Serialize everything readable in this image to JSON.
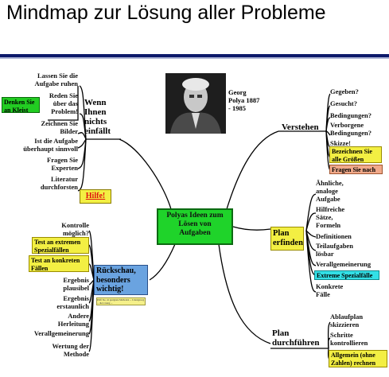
{
  "title": "Mindmap zur Lösung aller Probleme",
  "center": [
    "Polyas Ideen zum",
    "Lösen von",
    "Aufgaben"
  ],
  "portrait_caption": [
    "Georg",
    "Polya 1887",
    "- 1985"
  ],
  "branches": {
    "wenn": {
      "label": [
        "Wenn",
        "Ihnen",
        "nichts",
        "einfällt"
      ]
    },
    "verstehen": {
      "label": "Verstehen"
    },
    "plan": {
      "label": [
        "Plan",
        "erfinden"
      ]
    },
    "rueckschau": {
      "label": [
        "Rückschau,",
        "besonders",
        "wichtig!"
      ]
    },
    "durchfuehren": {
      "label": [
        "Plan",
        "durchführen"
      ]
    }
  },
  "wenn_items": [
    [
      "Lassen Sie die",
      "Aufgabe ruhen"
    ],
    [
      "Reden Sie",
      "über das",
      "Problem!"
    ],
    [
      "Denken Sie",
      "an Kleist"
    ],
    [
      "Zeichnen Sie",
      "Bilder"
    ],
    [
      "Ist die Aufgabe",
      "überhaupt sinnvoll"
    ],
    [
      "Fragen Sie",
      "Experten"
    ],
    [
      "Literatur",
      "durchforsten"
    ]
  ],
  "hilfe": "Hilfe!",
  "verstehen_items": [
    [
      "Gegeben?"
    ],
    [
      "Gesucht?"
    ],
    [
      "Bedingungen?"
    ],
    [
      "Verborgene",
      "Bedingungen?"
    ],
    [
      "Skizze!"
    ],
    [
      "Bezeichnen Sie",
      "alle Größen"
    ],
    [
      "Fragen Sie nach"
    ]
  ],
  "plan_items": [
    [
      "Ähnliche,",
      "analoge",
      "Aufgabe"
    ],
    [
      "Hilfreiche",
      "Sätze,",
      "Formeln"
    ],
    [
      "Definitionen"
    ],
    [
      "Teilaufgaben",
      "lösbar"
    ],
    [
      "Verallgemeinerung"
    ],
    [
      "Extreme Spezialfälle"
    ],
    [
      "Konkrete",
      "Fälle"
    ]
  ],
  "rueck_items": [
    [
      "Kontrolle",
      "möglich?"
    ],
    [
      "Test an extremen",
      "Spezialfällen"
    ],
    [
      "Test an konkreten",
      "Fällen"
    ],
    [
      "Ergebnis",
      "plausibel"
    ],
    [
      "Ergebnis",
      "erstaunlich"
    ],
    [
      "Andere",
      "Herleitung"
    ],
    [
      "Verallgemeinerung"
    ],
    [
      "Wertung der",
      "Methode"
    ]
  ],
  "durch_items": [
    [
      "Ablaufplan",
      "skizzieren"
    ],
    [
      "Schritte",
      "kontrollieren"
    ],
    [
      "Allgemein (ohne",
      "Zahlen) rechnen"
    ]
  ],
  "note": "Prüft Sie, ob geeignete Methoden ... Lösungsweg ... die Lösung ...",
  "colors": {
    "center_fill": "#1fd32a",
    "yellow_box": "#f3ef43",
    "green_box": "#22cc22",
    "cyan_box": "#33e0e6",
    "blue_box": "#6aa3e0",
    "salmon_box": "#f0a98a",
    "rule": "#0d1a6b"
  }
}
